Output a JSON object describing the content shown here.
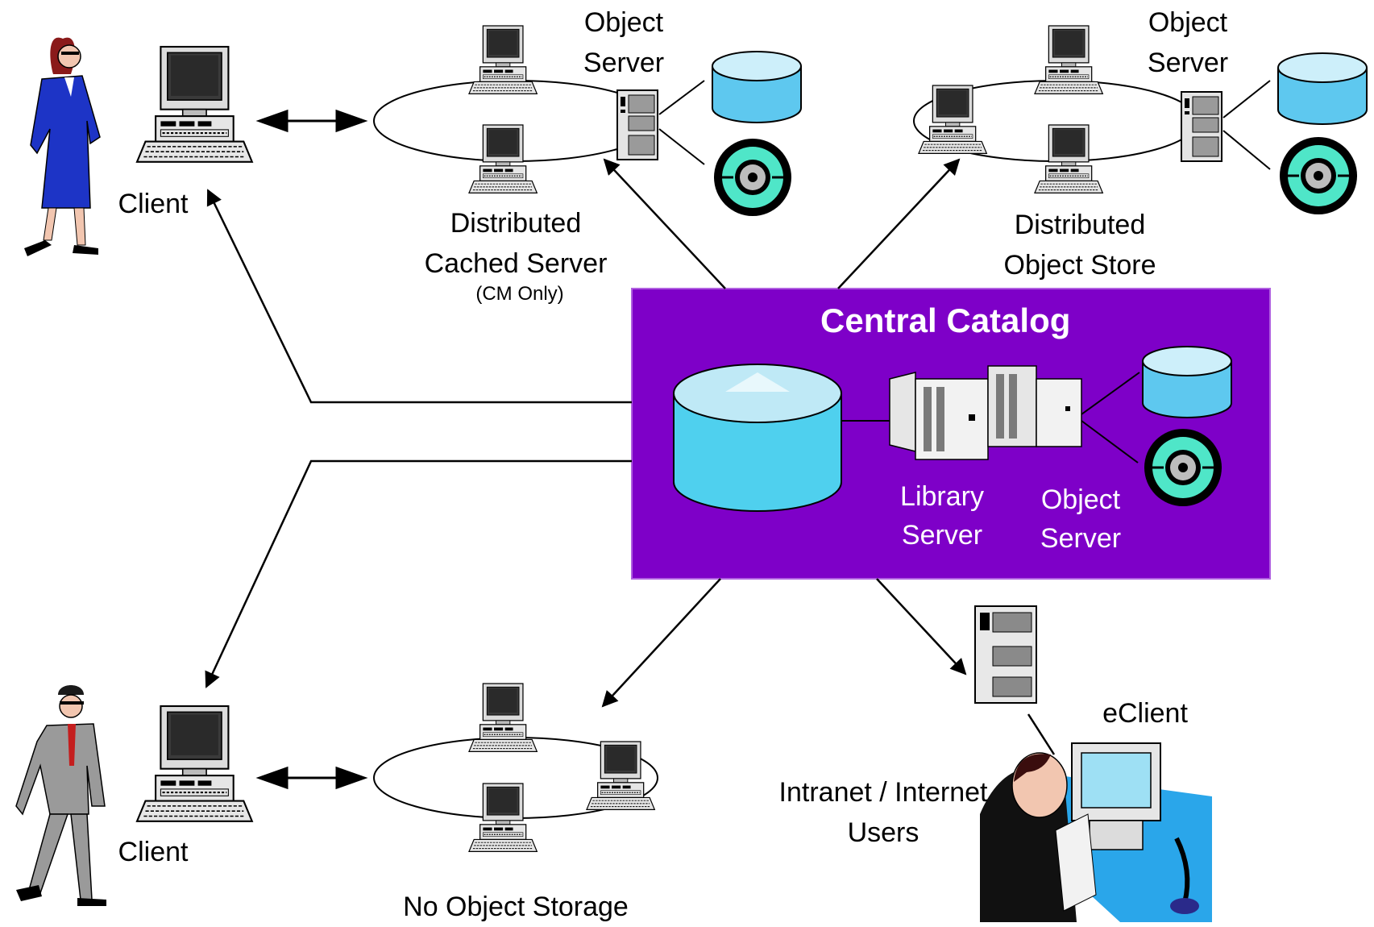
{
  "labels": {
    "object_server_top_left": [
      "Object",
      "Server"
    ],
    "object_server_top_right": [
      "Object",
      "Server"
    ],
    "distributed_cached_server": [
      "Distributed",
      "Cached Server"
    ],
    "cm_only": "(CM Only)",
    "distributed_object_store": [
      "Distributed",
      "Object Store"
    ],
    "client_top": "Client",
    "client_bottom": "Client",
    "no_object_storage": "No Object Storage",
    "eclient": "eClient",
    "intranet_users": [
      "Intranet / Internet",
      "Users"
    ]
  },
  "central_catalog": {
    "title": "Central Catalog",
    "library_server": [
      "Library",
      "Server"
    ],
    "object_server": [
      "Object",
      "Server"
    ]
  },
  "colors": {
    "catalog_fill": "#7E00C8",
    "disk_blue": "#5CC8F0",
    "disk_top": "#CDEFFA",
    "optical_teal": "#2FE0C0",
    "woman_suit": "#1D34C6",
    "man_suit": "#9A9A9A"
  },
  "icons": [
    "computer-icon",
    "server-tower-icon",
    "disk-icon",
    "optical-disc-icon",
    "woman-user-icon",
    "man-user-icon",
    "mainframe-icon",
    "user-at-desk-icon"
  ]
}
